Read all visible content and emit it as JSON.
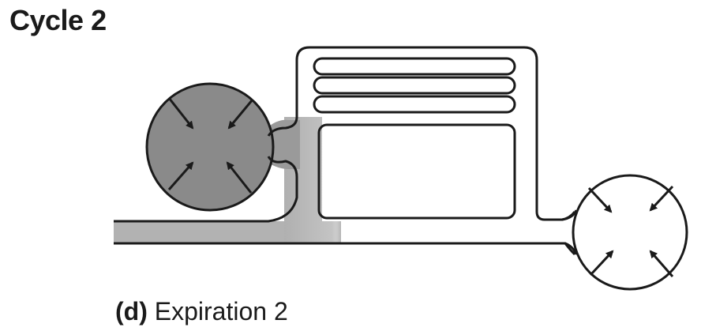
{
  "header": {
    "title": "Cycle 2"
  },
  "caption": {
    "tag": "(d)",
    "text": "Expiration 2"
  },
  "colors": {
    "outline": "#1a1a1a",
    "anterior_air_sac_fill": "#8a8a8a",
    "airway_gas_fill": "#b2b2b2",
    "posterior_air_sac_fill": "#ffffff"
  },
  "diagram": {
    "anterior_air_sac": {
      "state": "filled",
      "arrows": "inward",
      "arrow_count": 4
    },
    "posterior_air_sac": {
      "state": "empty",
      "arrows": "inward",
      "arrow_count": 4
    },
    "lung_parabronchi": {
      "tube_count": 3
    }
  }
}
